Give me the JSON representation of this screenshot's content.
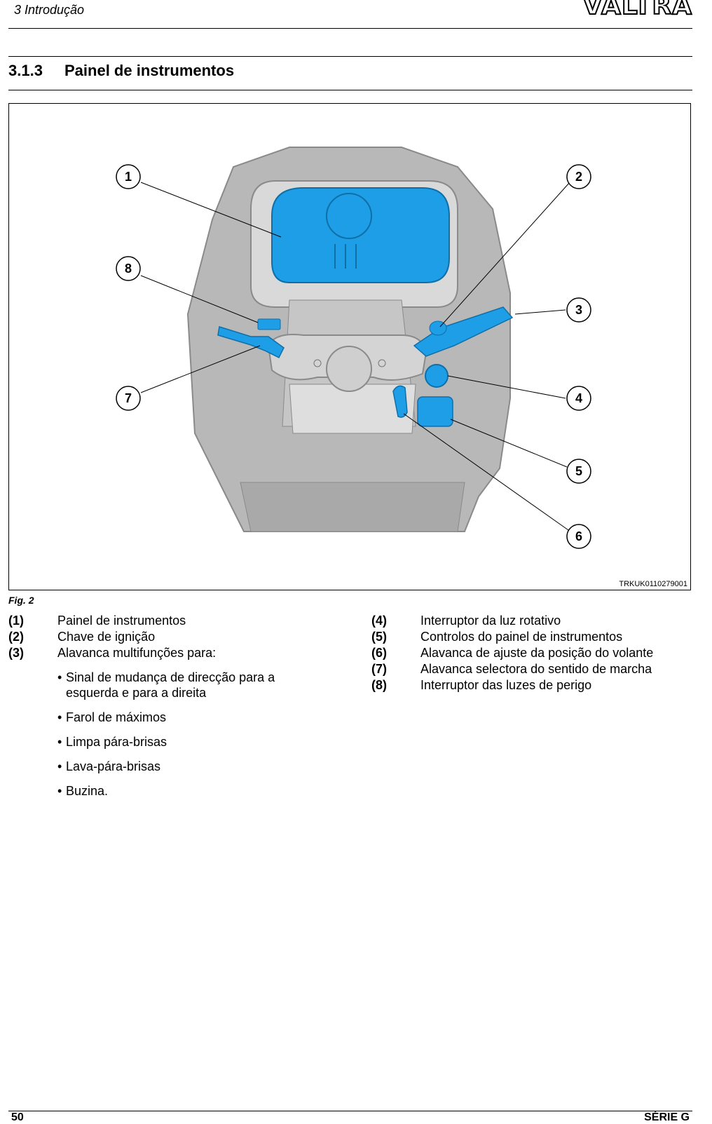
{
  "header": {
    "section": "3 Introdução",
    "brand": "VALTRA"
  },
  "section": {
    "number": "3.1.3",
    "title": "Painel de instrumentos"
  },
  "figure": {
    "image_id": "TRKUK0110279001",
    "caption": "Fig. 2",
    "callouts": [
      "1",
      "2",
      "3",
      "4",
      "5",
      "6",
      "7",
      "8"
    ],
    "colors": {
      "highlight": "#1e9ee6",
      "housing": "#b8b8b8"
    }
  },
  "legend": {
    "left": [
      {
        "key": "(1)",
        "text": "Painel de instrumentos"
      },
      {
        "key": "(2)",
        "text": "Chave de ignição"
      },
      {
        "key": "(3)",
        "text": "Alavanca multifunções para:"
      }
    ],
    "bullets": [
      "Sinal de mudança de direcção para a esquerda e para a direita",
      "Farol de máximos",
      "Limpa pára-brisas",
      "Lava-pára-brisas",
      "Buzina."
    ],
    "right": [
      {
        "key": "(4)",
        "text": "Interruptor da luz rotativo"
      },
      {
        "key": "(5)",
        "text": "Controlos do painel de instrumentos"
      },
      {
        "key": "(6)",
        "text": "Alavanca de ajuste da posição do volante"
      },
      {
        "key": "(7)",
        "text": "Alavanca selectora do sentido de marcha"
      },
      {
        "key": "(8)",
        "text": "Interruptor das luzes de perigo"
      }
    ]
  },
  "footer": {
    "page": "50",
    "series": "SÉRIE G"
  }
}
